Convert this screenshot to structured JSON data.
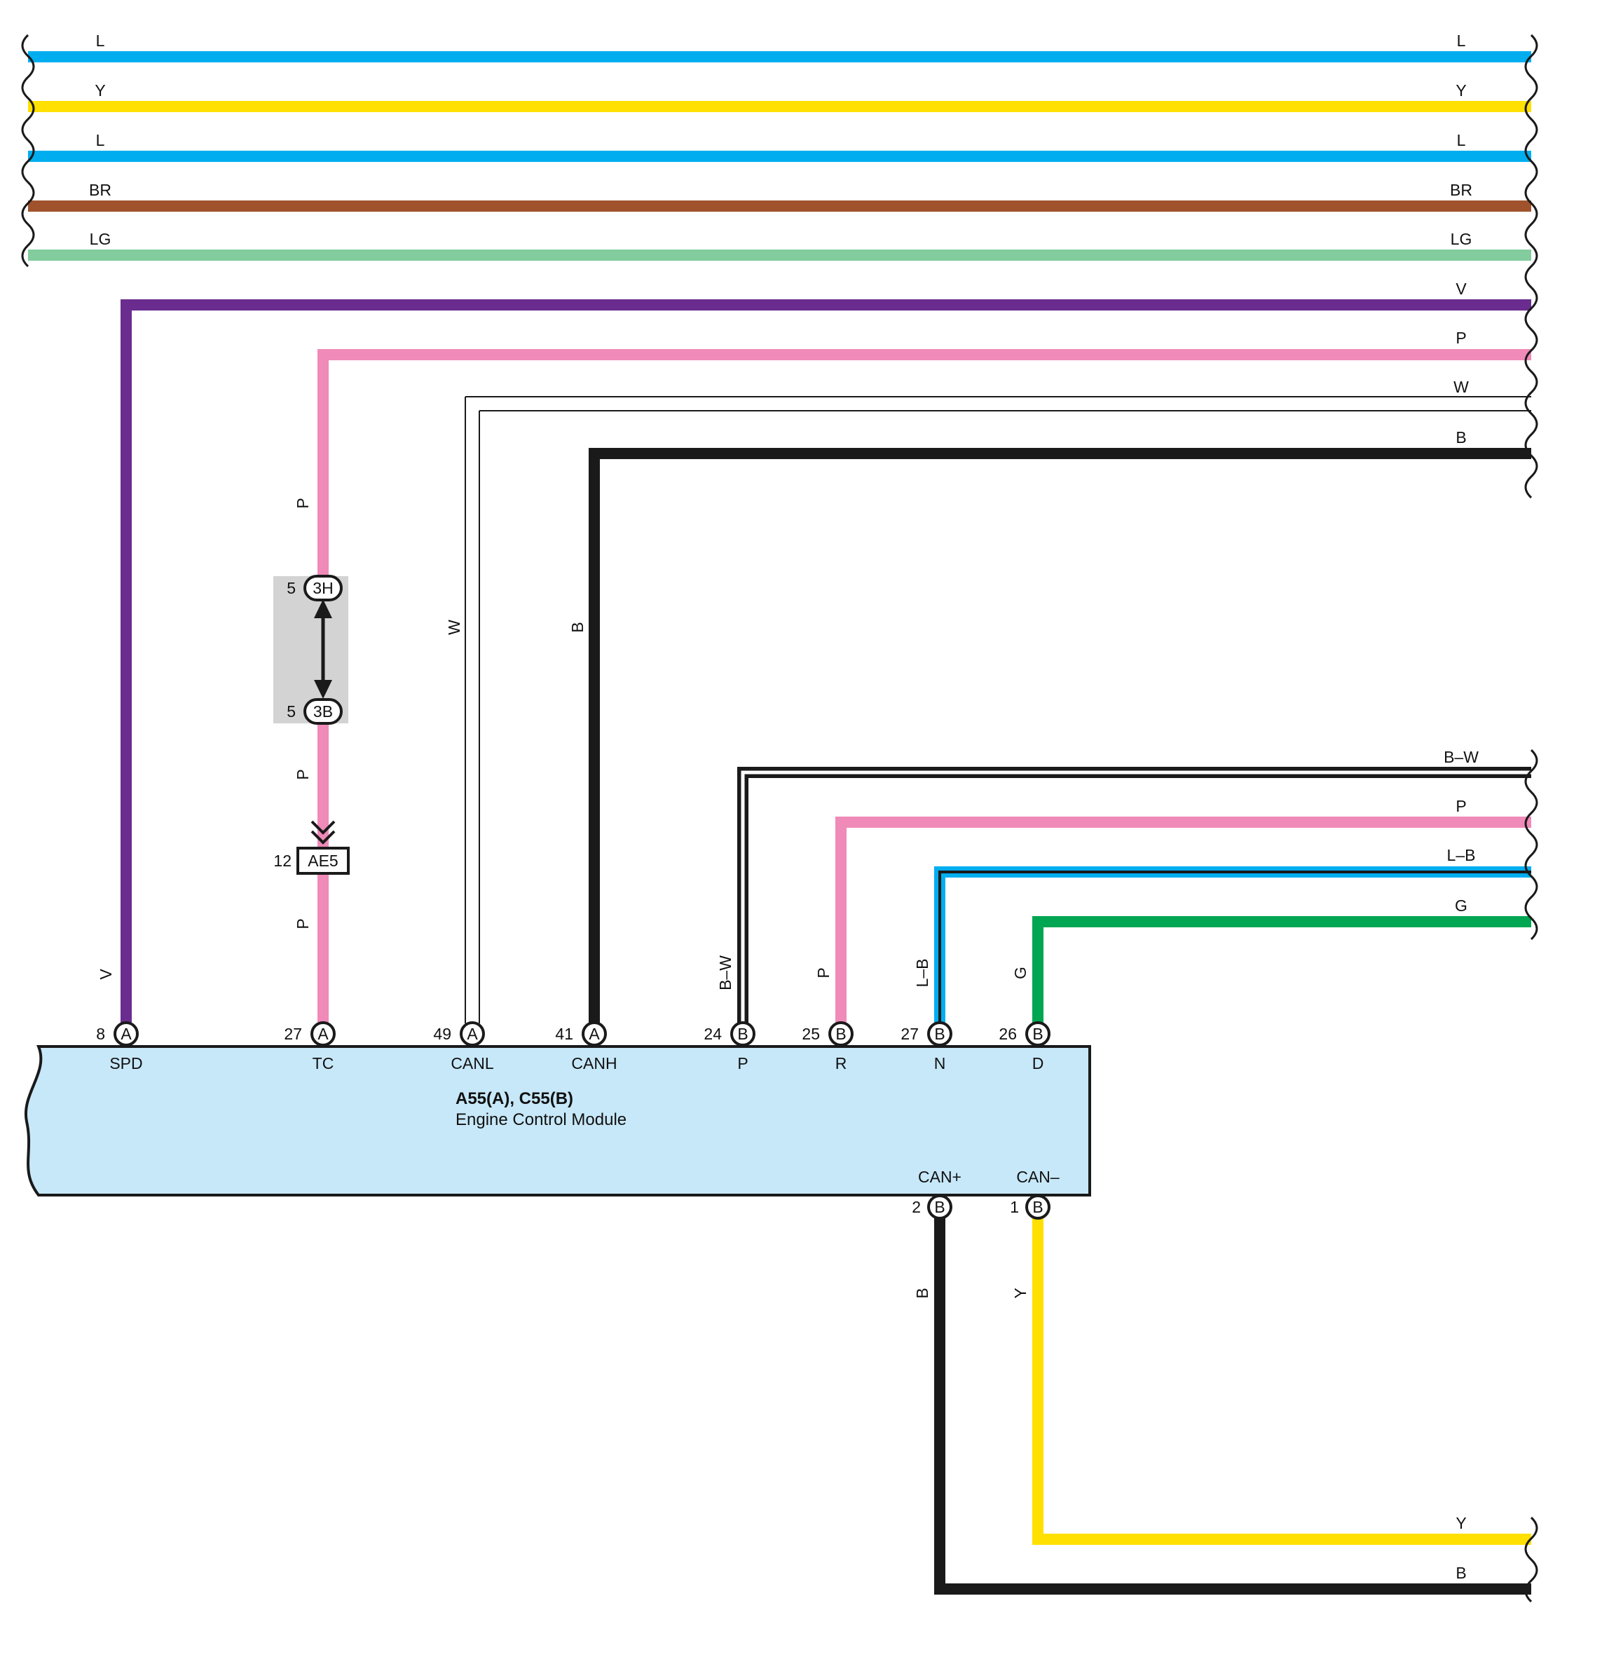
{
  "colors": {
    "L": "#00aeef",
    "Y": "#ffe000",
    "BR": "#a0522d",
    "LG": "#82cc9e",
    "V": "#6a2c8e",
    "P": "#f08ab8",
    "W": "#ffffff",
    "B": "#1a1a1a",
    "G": "#00a651",
    "module_fill": "#c7e8f9",
    "connector_fill": "#d3d3d3"
  },
  "top_wires": [
    {
      "left_label": "L",
      "right_label": "L",
      "color_key": "L"
    },
    {
      "left_label": "Y",
      "right_label": "Y",
      "color_key": "Y"
    },
    {
      "left_label": "L",
      "right_label": "L",
      "color_key": "L"
    },
    {
      "left_label": "BR",
      "right_label": "BR",
      "color_key": "BR"
    },
    {
      "left_label": "LG",
      "right_label": "LG",
      "color_key": "LG"
    }
  ],
  "right_wire_labels": {
    "spd": "V",
    "tc": "P",
    "canl": "W",
    "canh": "B",
    "p": "B–W",
    "r": "P",
    "n": "L–B",
    "d": "G",
    "can_minus": "Y",
    "can_plus": "B"
  },
  "vertical_wire_labels": {
    "spd": "V",
    "tc_top": "P",
    "tc_mid": "P",
    "tc_bottom": "P",
    "canl": "W",
    "canh": "B",
    "p": "B–W",
    "r": "P",
    "n": "L–B",
    "d": "G",
    "can_plus": "B",
    "can_minus": "Y"
  },
  "junction": {
    "top_pin": "5",
    "top_connector": "3H",
    "bottom_pin": "5",
    "bottom_connector": "3B"
  },
  "inline_connector": {
    "pin": "12",
    "label": "AE5"
  },
  "module": {
    "title": "A55(A), C55(B)",
    "subtitle": "Engine Control Module",
    "top_pins": [
      {
        "num": "8",
        "conn": "A",
        "name": "SPD"
      },
      {
        "num": "27",
        "conn": "A",
        "name": "TC"
      },
      {
        "num": "49",
        "conn": "A",
        "name": "CANL"
      },
      {
        "num": "41",
        "conn": "A",
        "name": "CANH"
      },
      {
        "num": "24",
        "conn": "B",
        "name": "P"
      },
      {
        "num": "25",
        "conn": "B",
        "name": "R"
      },
      {
        "num": "27",
        "conn": "B",
        "name": "N"
      },
      {
        "num": "26",
        "conn": "B",
        "name": "D"
      }
    ],
    "bottom_pins": [
      {
        "num": "2",
        "conn": "B",
        "name": "CAN+"
      },
      {
        "num": "1",
        "conn": "B",
        "name": "CAN–"
      }
    ]
  }
}
